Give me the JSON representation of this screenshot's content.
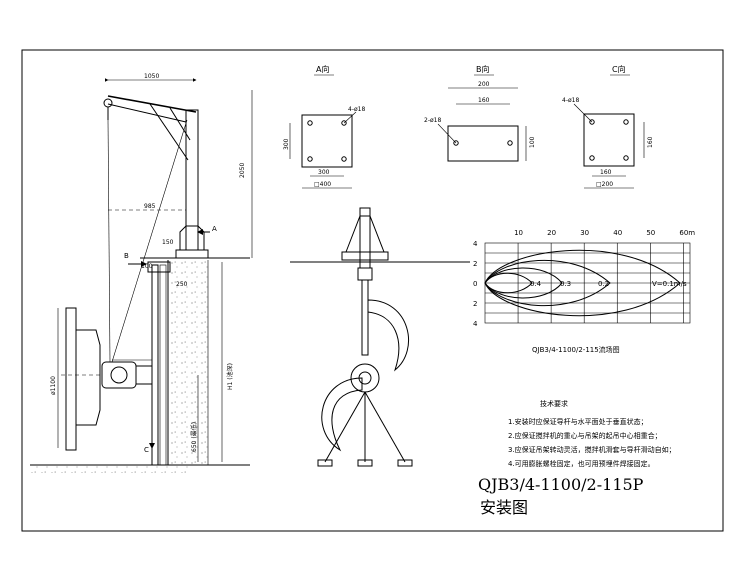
{
  "views": {
    "a": "A向",
    "b": "B向",
    "c": "C向"
  },
  "view_a": {
    "holes": "4-ø18",
    "dim_side": "300",
    "dim_bottom": "300",
    "dim_square": "□400"
  },
  "view_b": {
    "holes": "2-ø18",
    "dim_top1": "200",
    "dim_top2": "160",
    "dim_side": "100"
  },
  "view_c": {
    "holes": "4-ø18",
    "dim_side": "160",
    "dim_bottom": "160",
    "dim_square": "□200"
  },
  "elevation": {
    "dim_1050": "1050",
    "dim_2050": "2050",
    "dim_985": "985",
    "dim_150": "150",
    "dim_100": "100",
    "dim_250": "250",
    "dim_phi": "ø1100",
    "dim_h": "H1 (池深)",
    "dim_650": "650 (最低)",
    "arrow_a": "A",
    "arrow_b": "B",
    "arrow_c": "C"
  },
  "flow_chart": {
    "x_ticks": [
      "10",
      "20",
      "30",
      "40",
      "50",
      "60m"
    ],
    "y_ticks": [
      "4",
      "2",
      "0",
      "2",
      "4"
    ],
    "contours": [
      "0.4",
      "0.3",
      "0.2",
      "V=0.1m/s"
    ],
    "caption": "QJB3/4-1100/2-115流场图"
  },
  "notes": {
    "title": "技术要求",
    "items": [
      "1.安装时应保证导杆与水平面处于垂直状态；",
      "2.应保证搅拌机的重心与吊架的起吊中心相重合；",
      "3.应保证吊架转动灵活，搅拌机滑套与导杆滑动自如；",
      "4.可用膨胀螺栓固定，也可用预埋件焊接固定。"
    ]
  },
  "title_block": {
    "model": "QJB3/4-1100/2-115P",
    "name": "安装图"
  }
}
